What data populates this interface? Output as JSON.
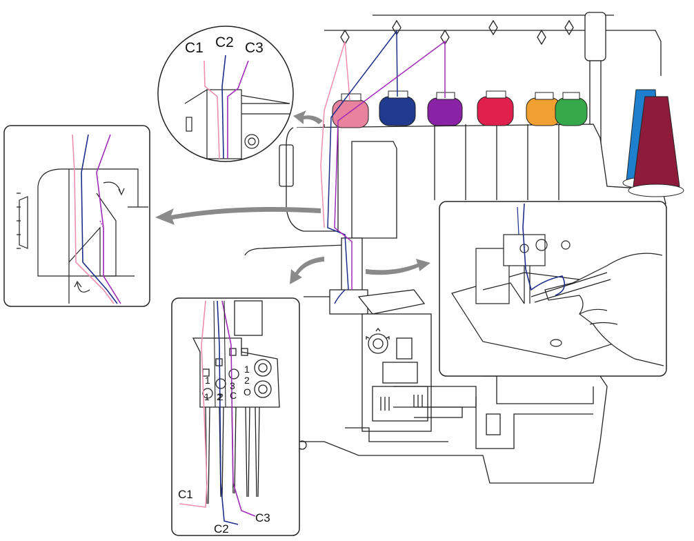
{
  "zoom_top": {
    "labels": [
      "C1",
      "C2",
      "C3"
    ]
  },
  "zoom_needles": {
    "row_digits": [
      "1",
      "2",
      "3"
    ],
    "column_letters": [
      "1",
      "2",
      "C"
    ],
    "side_digits": [
      "1",
      "2"
    ],
    "side_letter": "O",
    "thread_labels": [
      "C1",
      "C2",
      "C3"
    ]
  },
  "spools": [
    {
      "name": "pink-spool",
      "color": "#e8839d"
    },
    {
      "name": "blue-spool",
      "color": "#1f3a8f"
    },
    {
      "name": "purple-spool",
      "color": "#8a22a6"
    },
    {
      "name": "red-spool",
      "color": "#e0204f"
    },
    {
      "name": "orange-spool",
      "color": "#f0a030"
    },
    {
      "name": "green-spool",
      "color": "#34a84a"
    },
    {
      "name": "light-blue-cone",
      "color": "#1f7fcf"
    },
    {
      "name": "maroon-cone",
      "color": "#8e1b3a"
    }
  ],
  "thread_colors": {
    "c1": "#f08cb0",
    "c2": "#1a2d8a",
    "c3": "#a02ab8"
  }
}
